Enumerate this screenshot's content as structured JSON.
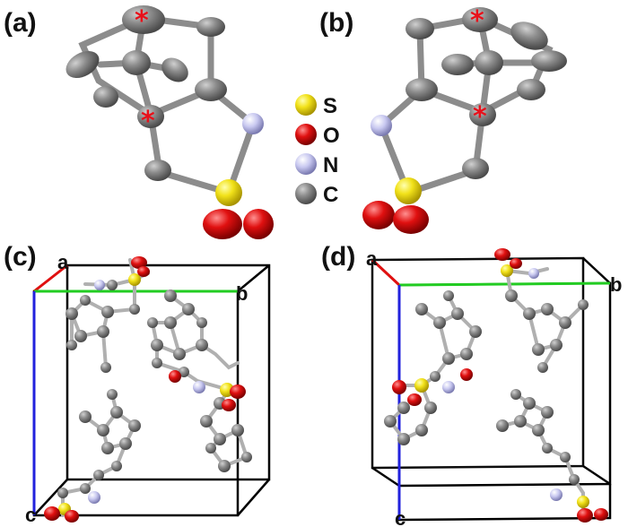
{
  "panels": {
    "a": "(a)",
    "b": "(b)",
    "c": "(c)",
    "d": "(d)"
  },
  "markers": {
    "star": "*"
  },
  "legend": [
    {
      "symbol": "S",
      "color": "#f2e21a"
    },
    {
      "symbol": "O",
      "color": "#e01010"
    },
    {
      "symbol": "N",
      "color": "#c8c8f0"
    },
    {
      "symbol": "C",
      "color": "#8c8c8c"
    }
  ],
  "axes": {
    "c": {
      "a": "a",
      "b": "b",
      "c": "c"
    },
    "d": {
      "a": "a",
      "b": "b",
      "c": "c"
    }
  },
  "colors": {
    "carbon": "#8c8c8c",
    "sulfur": "#f2e21a",
    "oxygen": "#e01010",
    "nitrogen": "#c8c8f0",
    "axis_a": "#e01010",
    "axis_b": "#22cc22",
    "axis_c": "#2222dd",
    "star": "#e8101a"
  }
}
